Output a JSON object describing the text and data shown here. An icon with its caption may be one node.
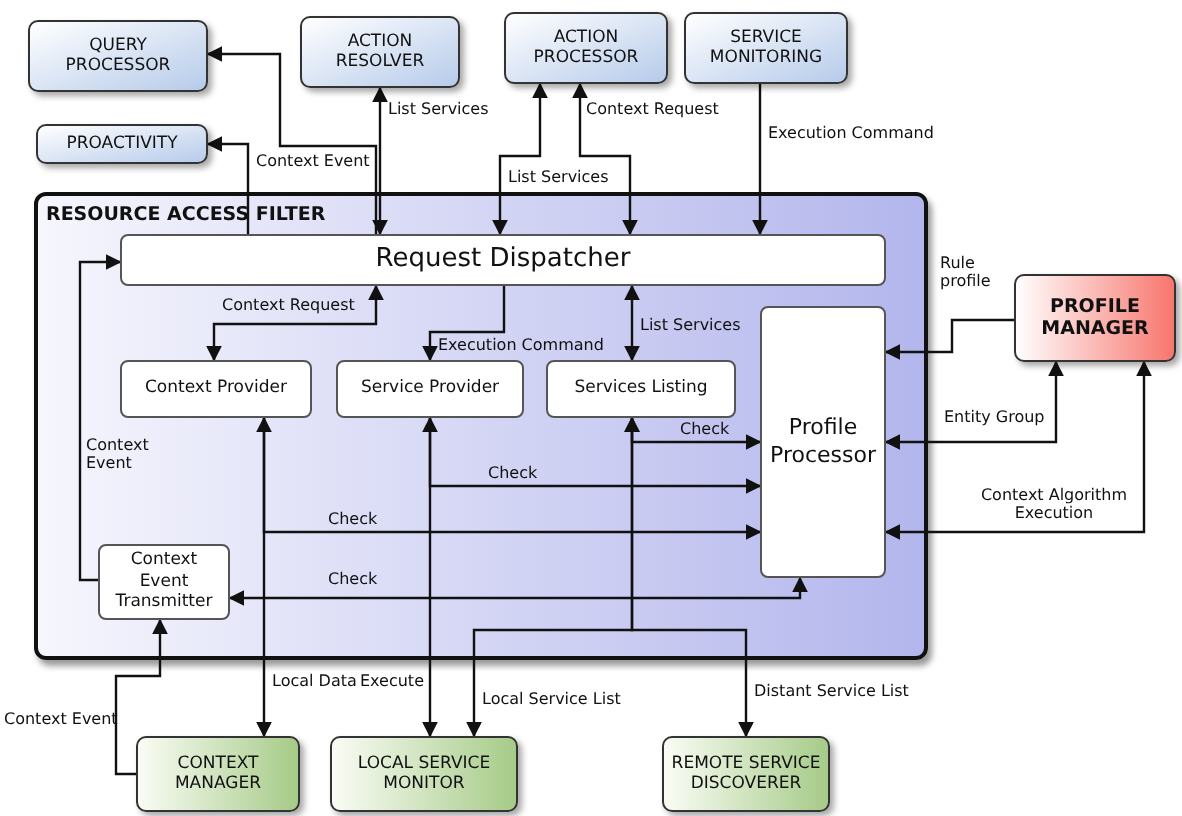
{
  "diagram": {
    "nodes": [
      {
        "text": [
          "QUERY PROCESSOR"
        ]
      },
      {
        "text": [
          "ACTION RESOLVER"
        ]
      },
      {
        "text": [
          "ACTION PROCESSOR"
        ]
      },
      {
        "text": [
          "SERVICE MONITORING"
        ]
      },
      {
        "text": [
          "PROACTIVITY"
        ]
      },
      {
        "text": [
          "RESOURCE ACCESS FILTER"
        ]
      },
      {
        "text": [
          "Request Dispatcher"
        ],
        "in": 5
      },
      {
        "text": [
          "Context Provider"
        ],
        "in": 5
      },
      {
        "text": [
          "Service Provider"
        ],
        "in": 5
      },
      {
        "text": [
          "Services Listing"
        ],
        "in": 5
      },
      {
        "text": [
          "Profile Processor"
        ],
        "in": 5
      },
      {
        "text": [
          "Context Event Transmitter"
        ],
        "in": 5
      },
      {
        "text": [
          "PROFILE MANAGER"
        ]
      },
      {
        "text": [
          "CONTEXT MANAGER"
        ]
      },
      {
        "text": [
          "LOCAL SERVICE MONITOR"
        ]
      },
      {
        "text": [
          "REMOTE SERVICE DISCOVERER"
        ]
      }
    ],
    "edges": [
      {
        "from": 6,
        "to": 0,
        "arrow": "to"
      },
      {
        "from": 1,
        "to": 6,
        "arrow": "both",
        "label": "List Services"
      },
      {
        "from": 6,
        "to": 4,
        "arrow": "to",
        "label": "Context Event"
      },
      {
        "from": 2,
        "to": 6,
        "arrow": "both",
        "label": "List Services"
      },
      {
        "from": 2,
        "to": 6,
        "arrow": "both",
        "label": "Context Request"
      },
      {
        "from": 3,
        "to": 6,
        "arrow": "to",
        "label": "Execution Command"
      },
      {
        "from": 6,
        "to": 7,
        "arrow": "both",
        "label": "Context Request"
      },
      {
        "from": 6,
        "to": 8,
        "arrow": "to",
        "label": "Execution Command"
      },
      {
        "from": 6,
        "to": 9,
        "arrow": "both",
        "label": "List Services"
      },
      {
        "from": 11,
        "to": 6,
        "arrow": "to",
        "label": "Context Event"
      },
      {
        "from": 8,
        "to": 14,
        "arrow": "both",
        "label": "Execute"
      },
      {
        "from": 8,
        "to": 10,
        "arrow": "to",
        "label": "Check"
      },
      {
        "from": 7,
        "to": 13,
        "arrow": "both",
        "label": "Local Data"
      },
      {
        "from": 7,
        "to": 10,
        "arrow": "to",
        "label": "Check"
      },
      {
        "from": 9,
        "to": 10,
        "arrow": "to",
        "label": "Check"
      },
      {
        "from": 10,
        "to": 11,
        "arrow": "both",
        "label": "Check"
      },
      {
        "from": 9,
        "to": 14,
        "arrow": "both",
        "label": "Local Service List"
      },
      {
        "from": 9,
        "to": 15,
        "arrow": "both",
        "label": "Distant Service List"
      },
      {
        "from": 12,
        "to": 10,
        "arrow": "to",
        "label": "Rule profile"
      },
      {
        "from": 10,
        "to": 12,
        "arrow": "both",
        "label": "Entity Group"
      },
      {
        "from": 10,
        "to": 12,
        "arrow": "both",
        "label": "Context Algorithm Execution"
      },
      {
        "from": 13,
        "to": 11,
        "arrow": "to",
        "label": "Context Event"
      }
    ]
  }
}
